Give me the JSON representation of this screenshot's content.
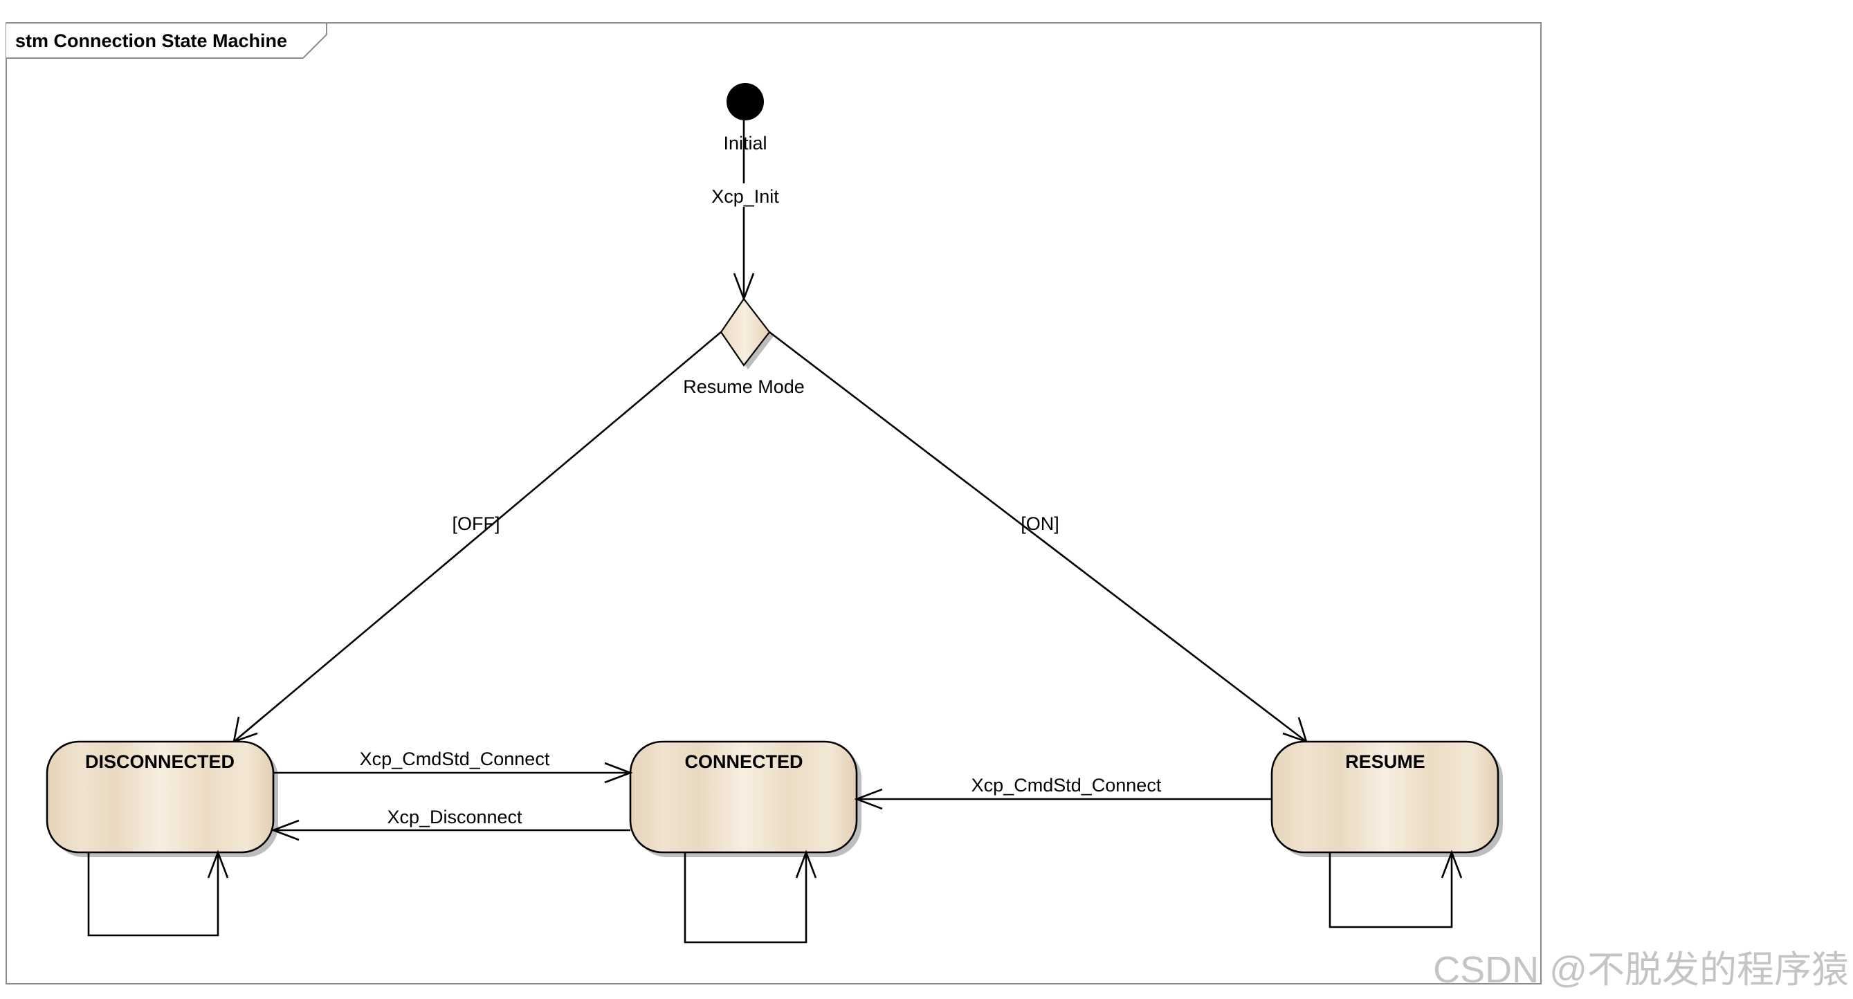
{
  "frame": {
    "title": "stm Connection State Machine"
  },
  "initial": {
    "label": "Initial"
  },
  "decision": {
    "label": "Resume Mode"
  },
  "states": {
    "disconnected": "DISCONNECTED",
    "connected": "CONNECTED",
    "resume": "RESUME"
  },
  "transitions": {
    "init": "Xcp_Init",
    "off": "[OFF]",
    "on": "[ON]",
    "disc_to_conn": "Xcp_CmdStd_Connect",
    "conn_to_disc": "Xcp_Disconnect",
    "resume_to_conn": "Xcp_CmdStd_Connect"
  },
  "watermark": "CSDN @不脱发的程序猿",
  "colors": {
    "state_fill": "#ecdcc4",
    "state_highlight": "#f8efe1",
    "line": "#000000",
    "shadow": "#bdbdbd"
  }
}
